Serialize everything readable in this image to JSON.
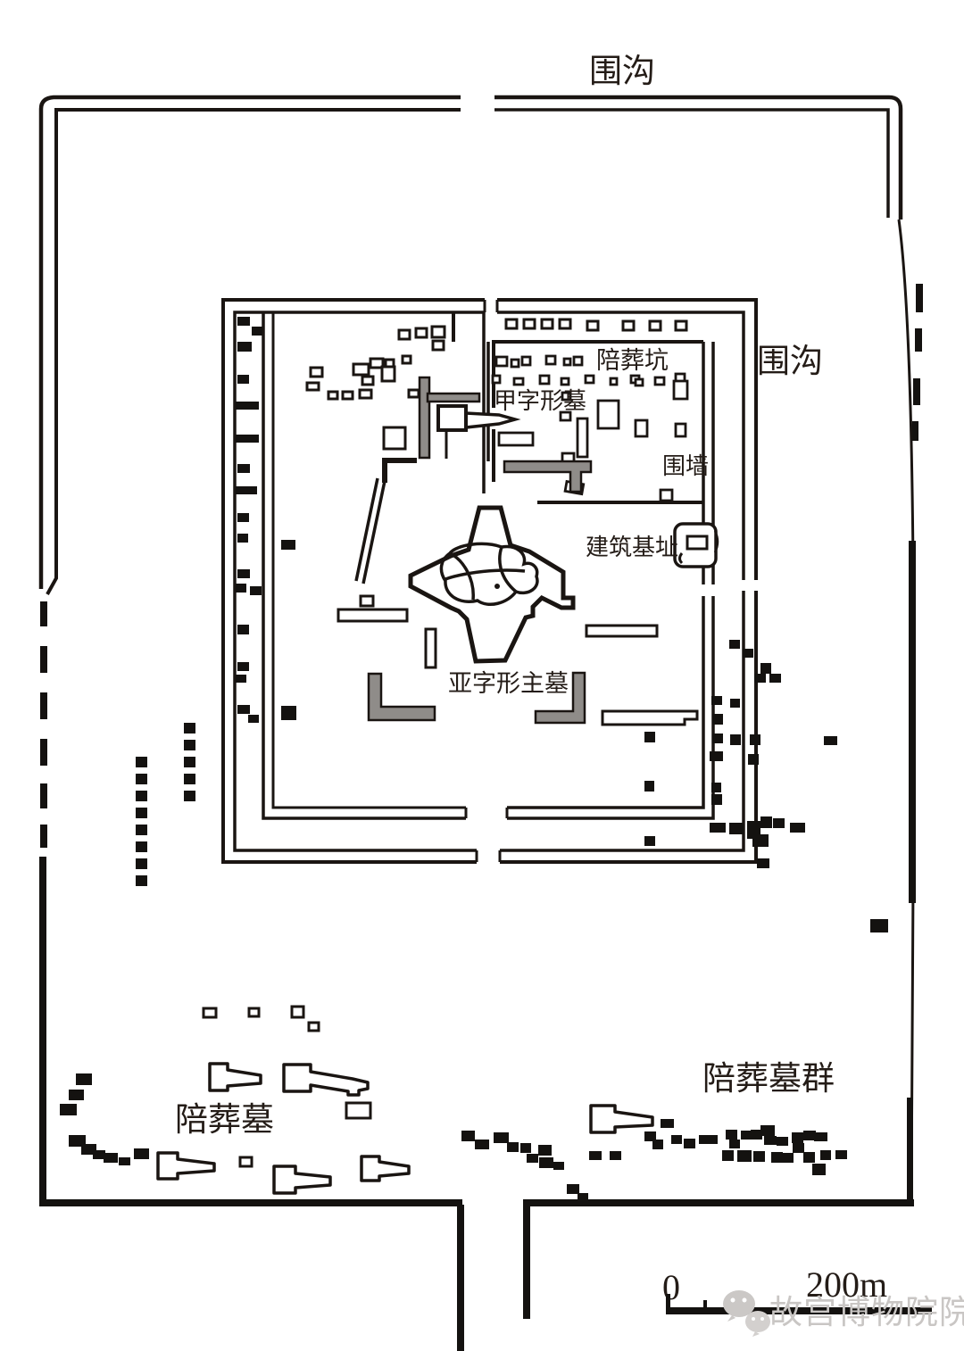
{
  "figure": {
    "labels": {
      "outer_ditch_top": "围沟",
      "inner_ditch_right": "围沟",
      "burial_pits": "陪葬坑",
      "jia_shape_tomb": "甲字形墓",
      "enclosure_wall": "围墙",
      "building_foundation": "建筑基址",
      "ya_shape_main_tomb": "亚字形主墓",
      "satellite_tomb_group": "陪葬墓群",
      "satellite_tombs": "陪葬墓"
    },
    "scale_bar": {
      "start": "0",
      "end": "200m"
    },
    "watermark": "故宫博物院院刊",
    "colors": {
      "ink": "#1a1512",
      "ramp_gray": "#8f8c89",
      "watermark_gray": "#c9c6c4",
      "background": "#ffffff"
    }
  }
}
